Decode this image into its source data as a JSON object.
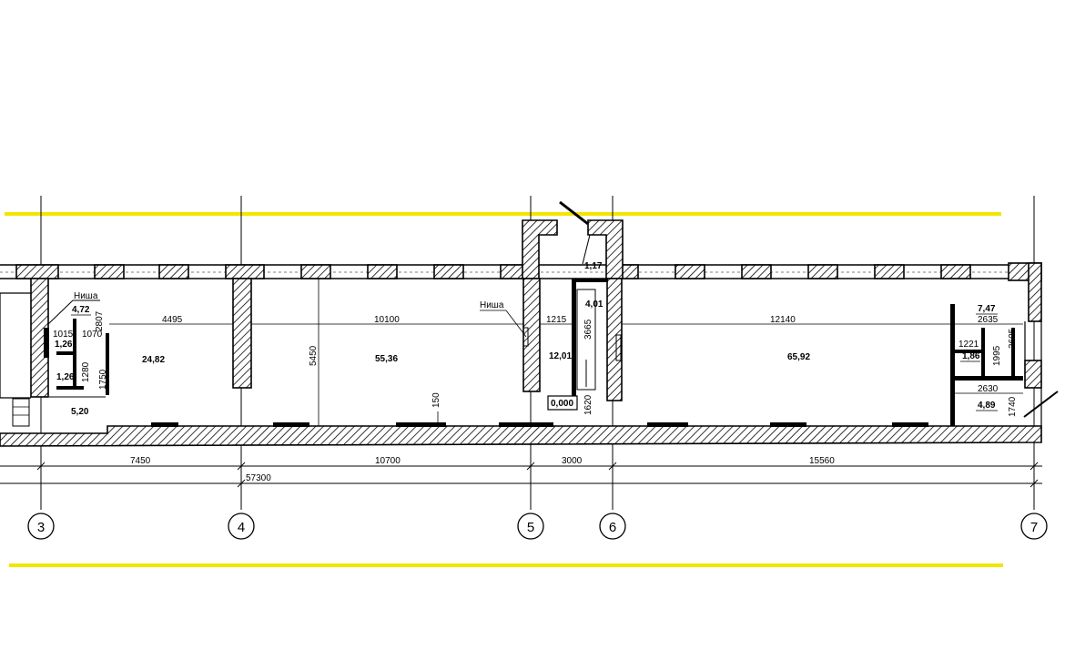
{
  "colors": {
    "guide": "#f2e600",
    "line": "#000000",
    "background": "#ffffff"
  },
  "axes": [
    "3",
    "4",
    "5",
    "6",
    "7"
  ],
  "niche_labels": [
    "Ниша",
    "Ниша"
  ],
  "room_areas": [
    "4,72",
    "1,26",
    "1,26",
    "24,82",
    "5,20",
    "55,36",
    "1,17",
    "4,01",
    "12,01",
    "65,92",
    "7,47",
    "1,86",
    "4,89"
  ],
  "level_mark": "0,000",
  "dims_inner": [
    "4495",
    "10100",
    "1215",
    "12140",
    "2635",
    "2630",
    "1221"
  ],
  "dims_vertical": [
    "2807",
    "1070",
    "1015",
    "1280",
    "1750",
    "5450",
    "150",
    "3665",
    "1620",
    "3605",
    "1995",
    "1740"
  ],
  "dims_outer": [
    "7450",
    "10700",
    "3000",
    "15560"
  ],
  "dim_total": "57300"
}
